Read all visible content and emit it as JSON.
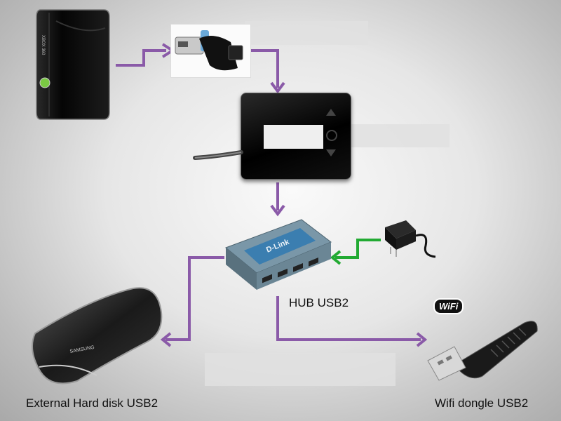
{
  "diagram": {
    "labels": {
      "hub": "HUB USB2",
      "hard_disk": "External Hard disk USB2",
      "wifi": "Wifi dongle USB2"
    },
    "icons": {
      "console": "xbox-360-console-icon",
      "adapter": "usb-adapter-icon",
      "device": "black-box-device-icon",
      "hub": "usb-hub-icon",
      "power": "power-adapter-icon",
      "hard_disk": "external-hard-disk-icon",
      "wifi": "wifi-dongle-icon"
    },
    "device_text": {
      "console_brand": "XBOX 360",
      "hub_brand": "D-Link",
      "disk_brand": "SAMSUNG",
      "wifi_badge": "WiFi"
    },
    "colors": {
      "arrow": "#8a5aa8",
      "power_arrow": "#22aa33"
    }
  }
}
